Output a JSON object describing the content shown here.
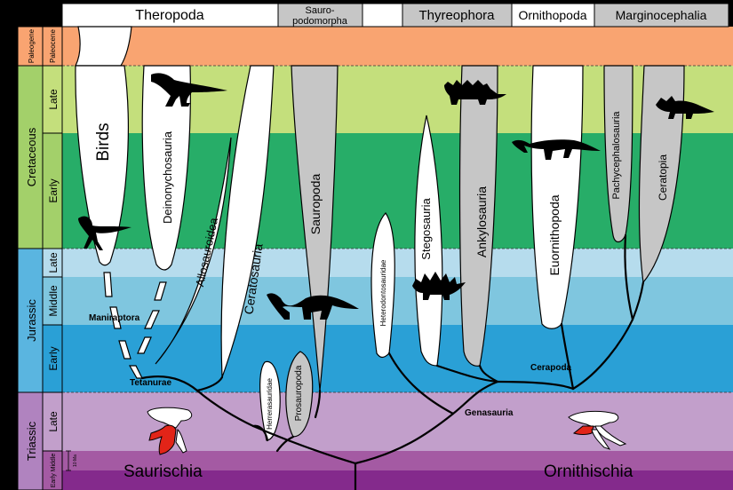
{
  "header": {
    "groups": [
      {
        "name": "Theropoda",
        "name2": ""
      },
      {
        "name": "Sauro-",
        "name2": "podomorpha"
      },
      {
        "name": "Thyreophora",
        "name2": ""
      },
      {
        "name": "Ornithopoda",
        "name2": ""
      },
      {
        "name": "Marginocephalia",
        "name2": ""
      }
    ]
  },
  "periods": {
    "paleogene": "Paleogene",
    "cretaceous": "Cretaceous",
    "jurassic": "Jurassic",
    "triassic": "Triassic"
  },
  "epochs": {
    "paleocene": "Paleocene",
    "k_late": "Late",
    "k_early": "Early",
    "j_late": "Late",
    "j_middle": "Middle",
    "j_early": "Early",
    "t_late": "Late",
    "t_early_middle": "Early Middle",
    "scale": "10 Ma"
  },
  "clades": {
    "birds": "Birds",
    "deinonychosauria": "Deinonychosauria",
    "allosauroidea": "Allosauroidea",
    "ceratosauria": "Ceratosauria",
    "sauropoda": "Sauropoda",
    "herrerasauridae": "Herrerasauridae",
    "prosauropoda": "Prosauropoda",
    "heterodontosauridae": "Heterodontosauridae",
    "stegosauria": "Stegosauria",
    "ankylosauria": "Ankylosauria",
    "euornithopoda": "Euornithopoda",
    "pachycephalosauria": "Pachycephalosauria",
    "ceratopia": "Ceratopia"
  },
  "nodes": {
    "maniraptora": "Maniraptora",
    "tetanurae": "Tetanurae",
    "cerapoda": "Cerapoda",
    "genasauria": "Genasauria"
  },
  "orders": {
    "saurischia": "Saurischia",
    "ornithischia": "Ornithischia"
  },
  "colors": {
    "paleogene": "#f9a471",
    "cretaceous_late": "#c4df7c",
    "cretaceous_early": "#27ad68",
    "jurassic_late": "#b6dced",
    "jurassic_middle": "#7fc6df",
    "jurassic_early": "#2aa0d6",
    "triassic_late": "#c29fcb",
    "triassic_em": "#a45aa3",
    "triassic_bottom": "#842a8c",
    "saurischia_lineage": "#ffffff",
    "ornithischia_lineage": "#c6c6c6"
  }
}
